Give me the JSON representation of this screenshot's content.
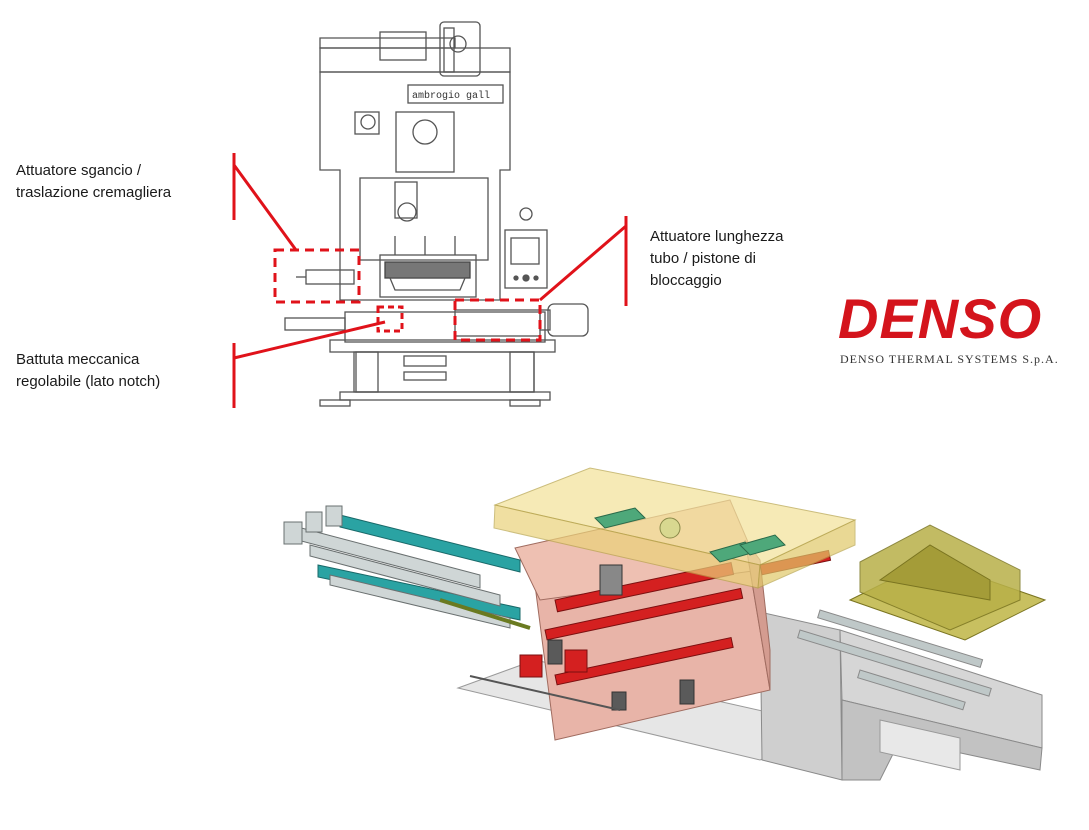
{
  "annotations": {
    "sgancio": "Attuatore sgancio /\ntraslazione cremagliera",
    "battuta": "Battuta meccanica\nregolabile (lato notch)",
    "lunghezza": "Attuatore lunghezza\ntubo / pistone di\nbloccaggio"
  },
  "press_nameplate": "ambrogio gall",
  "brand": {
    "logo": "DENSO",
    "subtitle": "DENSO THERMAL SYSTEMS S.p.A."
  },
  "colors": {
    "callout_red": "#e0121a",
    "brand_red": "#d4141c",
    "drawing_line": "#555555",
    "die_pink": "#e8b4a8",
    "cover_yellow": "#f3e39a",
    "teal": "#2aa3a3",
    "frame_grey": "#c8c8c8",
    "red_parts": "#d42020",
    "tray_olive": "#b8b048"
  }
}
